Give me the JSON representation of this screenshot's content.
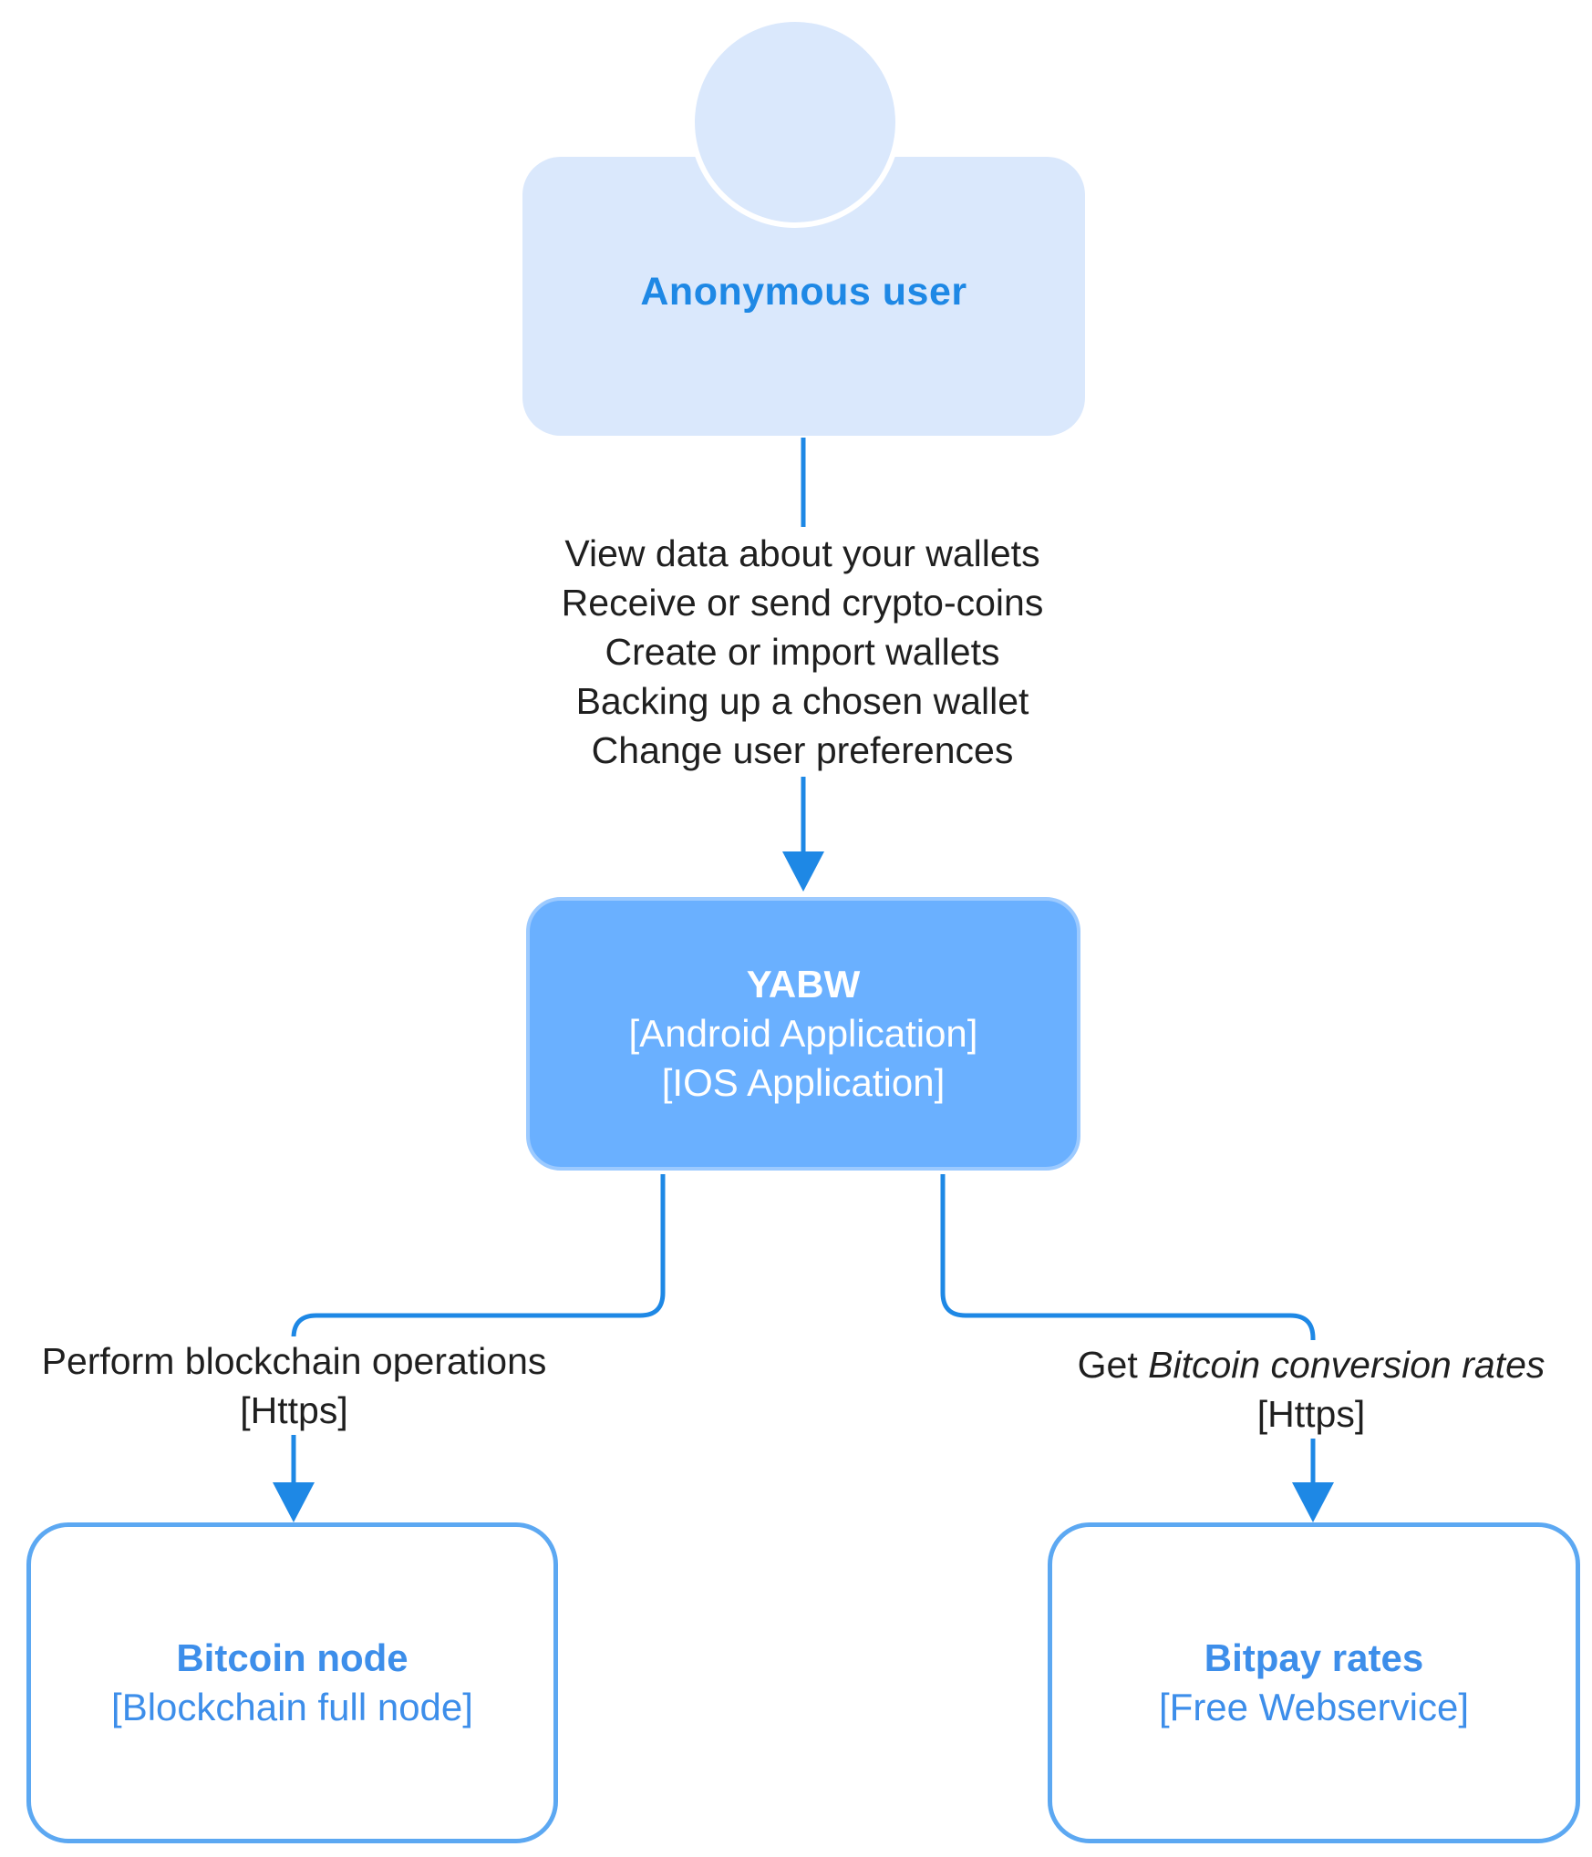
{
  "colors": {
    "accent_line": "#1e88e5",
    "person_fill": "#dae8fc",
    "app_fill": "#6ab0ff",
    "external_border": "#5ca8f2",
    "label_text": "#1f1f1f"
  },
  "nodes": {
    "user": {
      "name": "Anonymous user",
      "icon": "person-icon"
    },
    "app": {
      "name": "YABW",
      "tech1": "[Android Application]",
      "tech2": "[IOS Application]"
    },
    "bitcoin_node": {
      "name": "Bitcoin node",
      "tech": "[Blockchain full node]"
    },
    "bitpay": {
      "name": "Bitpay rates",
      "tech": "[Free Webservice]"
    }
  },
  "edges": {
    "user_to_app": {
      "lines": [
        "View data about your wallets",
        "Receive or send crypto-coins",
        "Create or import wallets",
        "Backing up a chosen wallet",
        "Change user preferences"
      ]
    },
    "app_to_node": {
      "label": "Perform blockchain operations",
      "protocol": "[Https]"
    },
    "app_to_rates": {
      "prefix": "Get ",
      "emphasis": "Bitcoin conversion rates",
      "protocol": "[Https]"
    }
  }
}
